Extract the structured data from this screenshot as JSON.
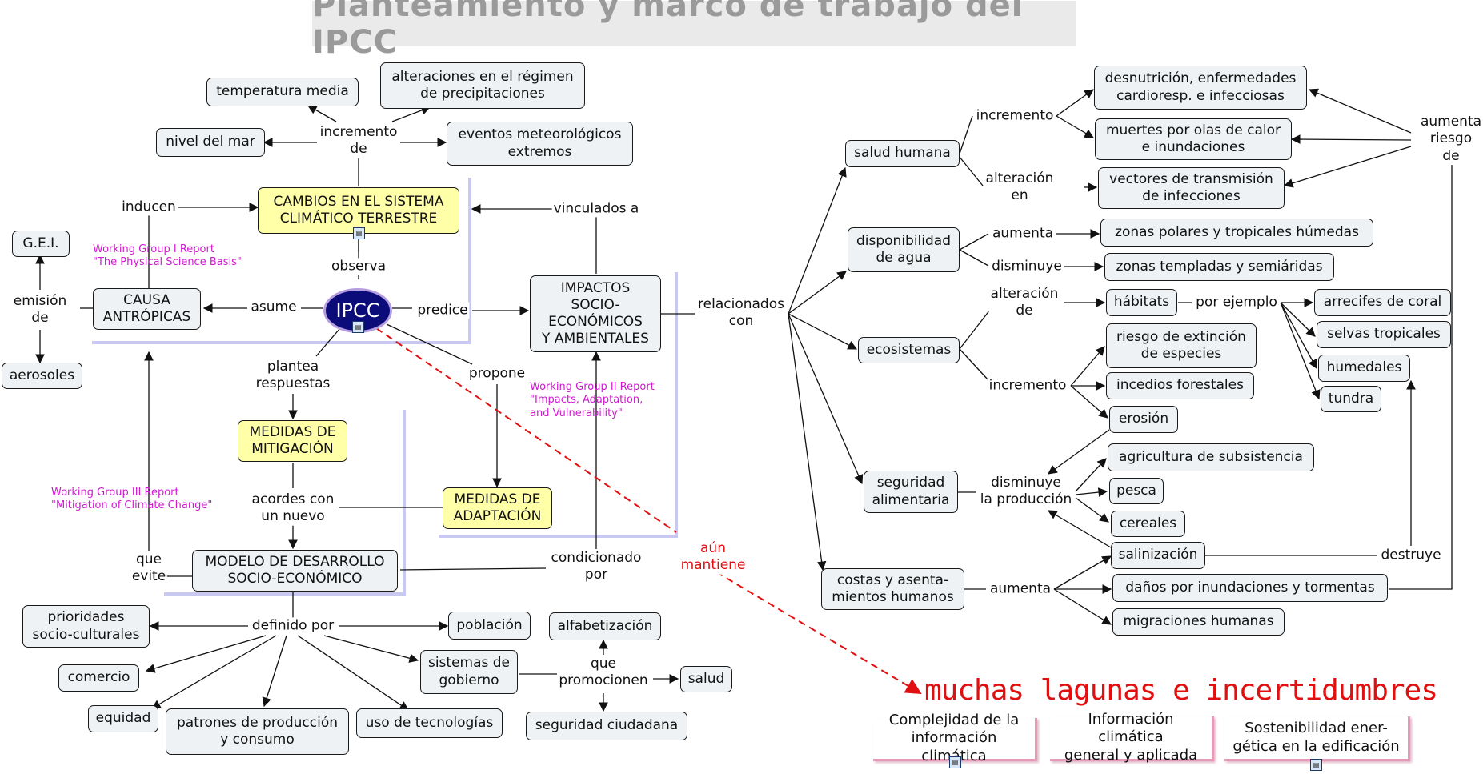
{
  "title": "Planteamiento y marco de trabajo del IPCC",
  "conclusion": "muchas lagunas e incertidumbres",
  "nodes": {
    "temperatura_media": "temperatura media",
    "alteraciones_regimen": "alteraciones en el régimen\nde precipitaciones",
    "nivel_del_mar": "nivel del mar",
    "eventos_meteorologicos": "eventos meteorológicos\nextremos",
    "cambios_sistema": "CAMBIOS EN EL SISTEMA\nCLIMÁTICO TERRESTRE",
    "gei": "G.E.I.",
    "causa_antropicas": "CAUSA\nANTRÓPICAS",
    "aerosoles": "aerosoles",
    "ipcc": "IPCC",
    "impactos": "IMPACTOS\nSOCIO-\nECONÓMICOS\nY AMBIENTALES",
    "medidas_mitigacion": "MEDIDAS DE\nMITIGACIÓN",
    "medidas_adaptacion": "MEDIDAS DE\nADAPTACIÓN",
    "modelo_desarrollo": "MODELO DE DESARROLLO\nSOCIO-ECONÓMICO",
    "prioridades": "prioridades\nsocio-culturales",
    "poblacion": "población",
    "comercio": "comercio",
    "sistemas_gobierno": "sistemas de\ngobierno",
    "equidad": "equidad",
    "patrones_produccion": "patrones de producción\ny consumo",
    "uso_tecnologias": "uso de tecnologías",
    "alfabetizacion": "alfabetización",
    "salud": "salud",
    "seguridad_ciudadana": "seguridad ciudadana",
    "salud_humana": "salud humana",
    "desnutricion": "desnutrición, enfermedades\ncardioresp. e infecciosas",
    "muertes_olas": "muertes por olas de calor\ne inundaciones",
    "vectores": "vectores de transmisión\nde infecciones",
    "disponibilidad_agua": "disponibilidad\nde agua",
    "zonas_polares": "zonas polares y tropicales húmedas",
    "zonas_templadas": "zonas templadas y semiáridas",
    "ecosistemas": "ecosistemas",
    "habitats": "hábitats",
    "arrecifes": "arrecifes de coral",
    "selvas": "selvas tropicales",
    "humedales": "humedales",
    "tundra": "tundra",
    "riesgo_extincion": "riesgo de extinción\nde especies",
    "incendios": "incedios forestales",
    "erosion": "erosión",
    "seguridad_alimentaria": "seguridad\nalimentaria",
    "agricultura": "agricultura de subsistencia",
    "pesca": "pesca",
    "cereales": "cereales",
    "costas": "costas y asenta-\nmientos humanos",
    "salinizacion": "salinización",
    "danos_inundaciones": "daños por inundaciones y tormentas",
    "migraciones": "migraciones humanas",
    "doc_complejidad": "Complejidad de la\ninformación climática",
    "doc_informacion": "Información climática\ngeneral y aplicada",
    "doc_sostenibilidad": "Sostenibilidad ener-\ngética en la edificación"
  },
  "labels": {
    "incremento_de": "incremento\nde",
    "inducen": "inducen",
    "emision_de": "emisión\nde",
    "observa": "observa",
    "asume": "asume",
    "predice": "predice",
    "vinculados_a": "vinculados a",
    "plantea_respuestas": "plantea\nrespuestas",
    "propone": "propone",
    "relacionados_con": "relacionados\ncon",
    "acordes_con": "acordes con\nun nuevo",
    "que_evite": "que\nevite",
    "condicionado_por": "condicionado\npor",
    "aun_mantiene": "aún\nmantiene",
    "definido_por": "definido por",
    "que_promocionen": "que\npromocionen",
    "incremento_salud": "incremento",
    "alteracion_en": "alteración\nen",
    "aumenta_riesgo": "aumenta\nriesgo de",
    "aumenta_agua": "aumenta",
    "disminuye_agua": "disminuye",
    "alteracion_de": "alteración\nde",
    "por_ejemplo": "por ejemplo",
    "incremento_eco": "incremento",
    "disminuye_produccion": "disminuye\nla producción",
    "destruye": "destruye",
    "aumenta_costas": "aumenta"
  },
  "working_groups": {
    "wg1": "Working Group I Report\n \"The Physical Science Basis\"",
    "wg2": "Working Group II Report\n \"Impacts, Adaptation,\n and Vulnerability\"",
    "wg3": "Working Group III Report\n \"Mitigation of Climate Change\""
  },
  "colors": {
    "node_bg": "#eef2f4",
    "yellow_node": "#ffffa8",
    "ipcc_fill": "#0b0b7a",
    "working_group_text": "#d01ad0",
    "warning_red": "#e01010",
    "bracket_lines": "#c8c8f0",
    "title_text": "#9a9a9a"
  }
}
